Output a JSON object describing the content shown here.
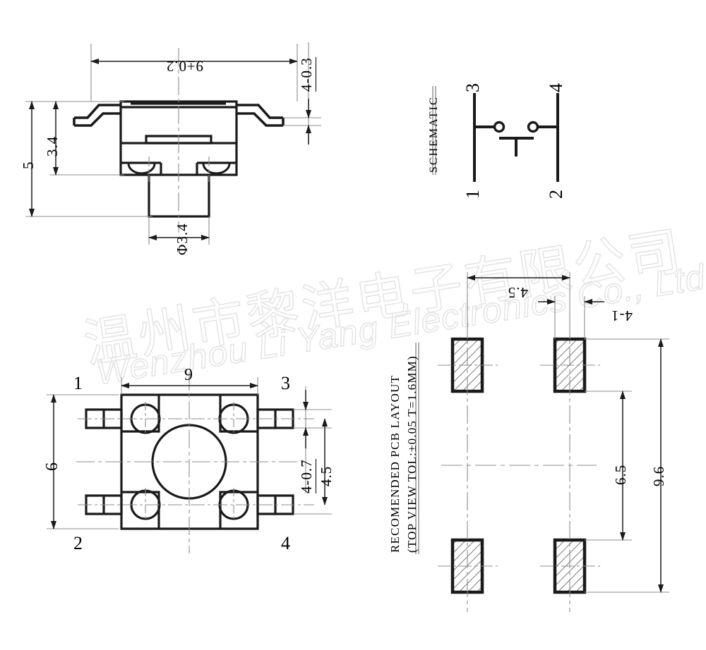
{
  "drawing": {
    "title": "Tactile switch mechanical drawing",
    "units": "mm",
    "line_color": "#1a1a1a",
    "thin_color": "#8d8d8d",
    "hatch_color": "#6a6a6a"
  },
  "watermark": {
    "chinese": "温州市黎洋电子有限公司",
    "english": "Wenzhou Li Yang Electronics Co., Ltd"
  },
  "side_view": {
    "name": "side-view",
    "dimensions": {
      "width_overall": "9±0.2",
      "height_overall": "5",
      "height_body": "3.4",
      "lead_thickness": "4-0.3",
      "boss_diameter": "Φ3.4"
    }
  },
  "schematic": {
    "title": "SCHEMATIC",
    "pins": {
      "top_left": "3",
      "top_right": "4",
      "bottom_left": "1",
      "bottom_right": "2"
    }
  },
  "top_view": {
    "name": "top-view",
    "dimensions": {
      "width": "9",
      "height": "6",
      "terminal_width": "4-0.7",
      "terminal_span": "4.5"
    },
    "pins": {
      "top_left": "1",
      "top_right": "3",
      "bottom_left": "2",
      "bottom_right": "4"
    }
  },
  "pcb_layout": {
    "title_line1": "RECOMENDED PCB LAYOUT",
    "title_line2": "(TOP VIEW TOL:±0.05 T=1.6MM)",
    "dimensions": {
      "pad_pitch_x": "4.5",
      "pad_width": "4-1",
      "pad_pitch_y": "6.5",
      "pad_span_y": "9.6"
    }
  },
  "chart_data": {
    "type": "table",
    "title": "Tactile switch dimensions (mm)",
    "categories": [
      "9±0.2",
      "5",
      "3.4",
      "4-0.3",
      "Φ3.4",
      "9",
      "6",
      "4-0.7",
      "4.5",
      "4.5",
      "4-1",
      "6.5",
      "9.6"
    ],
    "values": [
      9,
      5,
      3.4,
      0.3,
      3.4,
      9,
      6,
      0.7,
      4.5,
      4.5,
      1,
      6.5,
      9.6
    ]
  }
}
